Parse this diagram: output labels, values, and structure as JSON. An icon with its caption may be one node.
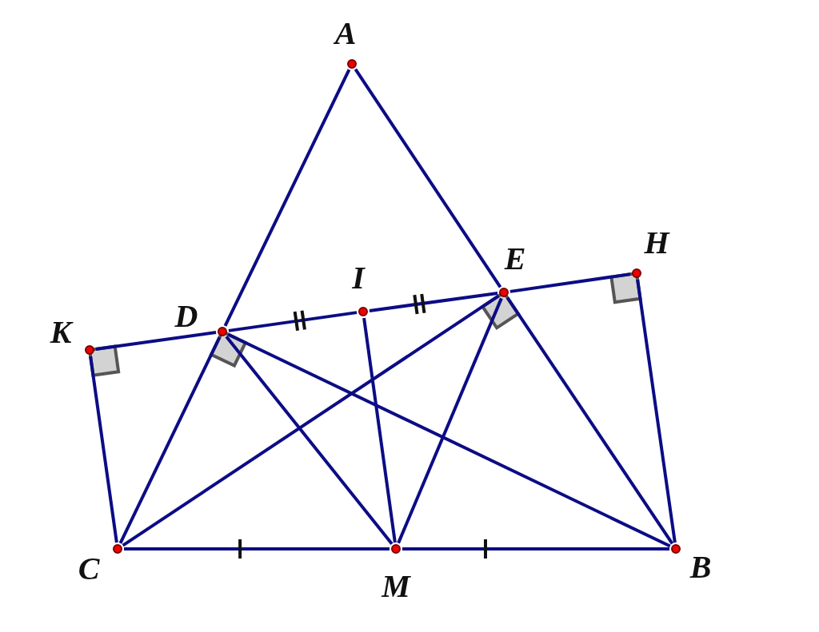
{
  "diagram": {
    "nodes": [
      {
        "text": [
          "A"
        ]
      },
      {
        "text": [
          "K"
        ]
      },
      {
        "text": [
          "D"
        ]
      },
      {
        "text": [
          "I"
        ]
      },
      {
        "text": [
          "E"
        ]
      },
      {
        "text": [
          "H"
        ]
      },
      {
        "text": [
          "C"
        ]
      },
      {
        "text": [
          "M"
        ]
      },
      {
        "text": [
          "B"
        ]
      }
    ],
    "edges": [
      {
        "from": 0,
        "to": 2,
        "arrow": "none"
      },
      {
        "from": 2,
        "to": 6,
        "arrow": "none"
      },
      {
        "from": 0,
        "to": 4,
        "arrow": "none"
      },
      {
        "from": 4,
        "to": 8,
        "arrow": "none"
      },
      {
        "from": 1,
        "to": 2,
        "arrow": "none"
      },
      {
        "from": 2,
        "to": 3,
        "arrow": "none"
      },
      {
        "from": 3,
        "to": 4,
        "arrow": "none"
      },
      {
        "from": 4,
        "to": 5,
        "arrow": "none"
      },
      {
        "from": 1,
        "to": 6,
        "arrow": "none"
      },
      {
        "from": 5,
        "to": 8,
        "arrow": "none"
      },
      {
        "from": 6,
        "to": 7,
        "arrow": "none"
      },
      {
        "from": 7,
        "to": 8,
        "arrow": "none"
      },
      {
        "from": 2,
        "to": 7,
        "arrow": "none"
      },
      {
        "from": 2,
        "to": 8,
        "arrow": "none"
      },
      {
        "from": 4,
        "to": 6,
        "arrow": "none"
      },
      {
        "from": 4,
        "to": 7,
        "arrow": "none"
      },
      {
        "from": 3,
        "to": 7,
        "arrow": "none"
      }
    ]
  }
}
